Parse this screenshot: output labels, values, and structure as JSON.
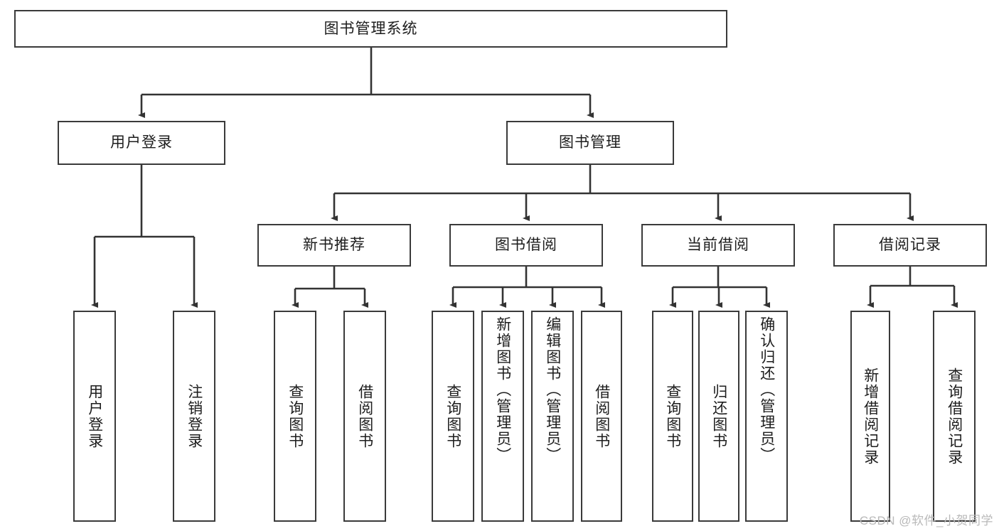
{
  "diagram": {
    "title": "图书管理系统",
    "type": "tree-hierarchy-chart",
    "watermark": "CSDN @软件_小贺同学",
    "colors": {
      "box_border": "#3a3a3a",
      "box_fill": "#ffffff",
      "connector": "#333333",
      "text": "#1d1d1d",
      "watermark": "#b9b9b9"
    },
    "root": {
      "label": "图书管理系统"
    },
    "level2": [
      {
        "label": "用户登录"
      },
      {
        "label": "图书管理"
      }
    ],
    "level3": [
      {
        "label": "新书推荐"
      },
      {
        "label": "图书借阅"
      },
      {
        "label": "当前借阅"
      },
      {
        "label": "借阅记录"
      }
    ],
    "leaves": {
      "user_login": [
        {
          "label": "用户登录"
        },
        {
          "label": "注销登录"
        }
      ],
      "new_book_recommend": [
        {
          "label": "查询图书"
        },
        {
          "label": "借阅图书"
        }
      ],
      "book_borrow": [
        {
          "label": "查询图书"
        },
        {
          "label": "新增图书（管理员）"
        },
        {
          "label": "编辑图书（管理员）"
        },
        {
          "label": "借阅图书"
        }
      ],
      "current_borrow": [
        {
          "label": "查询图书"
        },
        {
          "label": "归还图书"
        },
        {
          "label": "确认归还（管理员）"
        }
      ],
      "borrow_record": [
        {
          "label": "新增借阅记录"
        },
        {
          "label": "查询借阅记录"
        }
      ]
    }
  }
}
